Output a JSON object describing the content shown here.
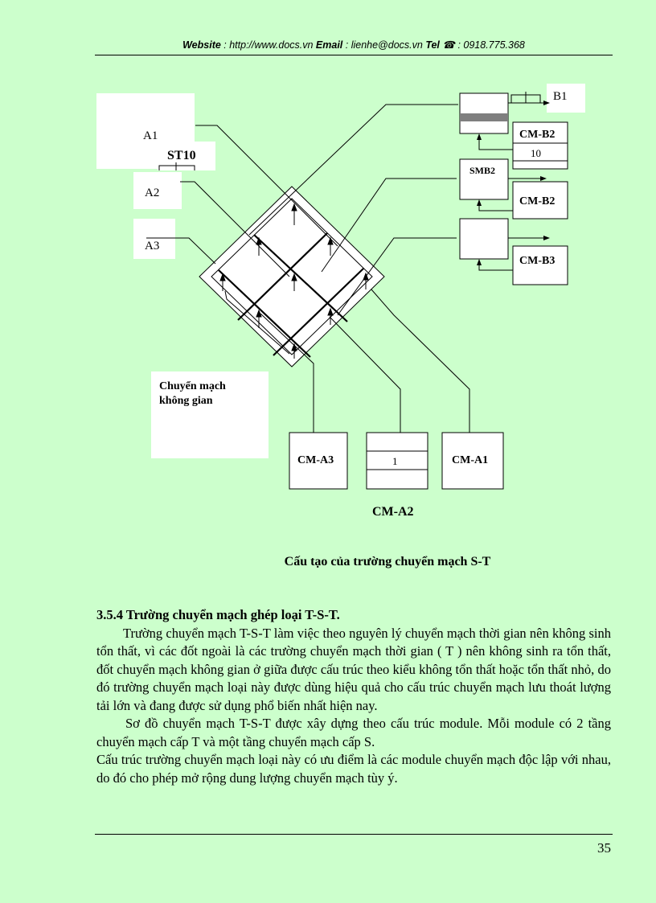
{
  "header": {
    "website_label": "Website",
    "website_value": " : http://www.docs.vn ",
    "email_label": "Email",
    "email_value": "  : lienhe@docs.vn ",
    "tel_label": "Tel",
    "tel_value": " : 0918.775.368"
  },
  "diagram": {
    "inputs": [
      "A1",
      "A2",
      "A3"
    ],
    "st_label": "ST10",
    "output_label": "B1",
    "space_switch_label_line1": "Chuyển mạch",
    "space_switch_label_line2": "không gian",
    "smb_label": "SMB2",
    "cm_b": [
      "CM-B2",
      "CM-B2",
      "CM-B3"
    ],
    "cm_b_slot_value": "10",
    "cm_a": [
      "CM-A3",
      "CM-A1"
    ],
    "cm_a2_slot_value": "1",
    "cm_a2_label": "CM-A2"
  },
  "caption": "Cấu tạo của trường chuyển mạch  S-T",
  "section": {
    "heading": "3.5.4 Trường chuyển mạch ghép loại T-S-T.",
    "p1": "Trường chuyển mạch T-S-T làm việc theo nguyên lý chuyển mạch thời gian nên không sinh tổn thất, vì các đốt ngoài là các trường chuyển mạch thời gian ( T ) nên không sinh ra tổn thất, đốt chuyển mạch không gian ở giữa được cấu trúc theo kiểu không tổn thất hoặc tổn thất nhỏ, do đó trường chuyển mạch loại này được dùng hiệu quả cho cấu trúc chuyển mạch lưu thoát lượng tải lớn và đang được sử dụng phổ biến nhất hiện nay.",
    "p2": "Sơ đồ chuyển mạch T-S-T được xây dựng theo cấu trúc module. Mỗi module có 2 tầng chuyển mạch cấp T và một tầng chuyển mạch cấp S.",
    "p3": "Cấu trúc trường chuyển mạch loại này có ưu điểm là các module chuyển  mạch độc lập với nhau, do đó cho phép mở rộng dung lượng chuyển mạch tùy ý."
  },
  "page_number": "35"
}
